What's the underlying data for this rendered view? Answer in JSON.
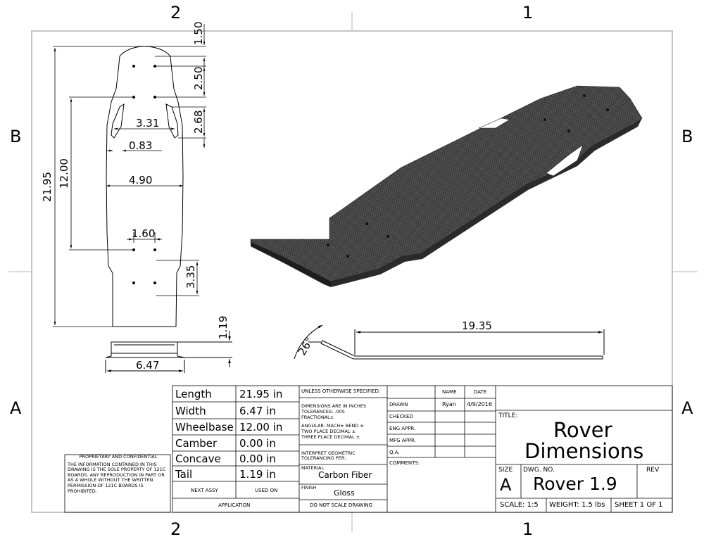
{
  "zones": {
    "top": [
      "2",
      "1"
    ],
    "bottom": [
      "2",
      "1"
    ],
    "left": [
      "B",
      "A"
    ],
    "right": [
      "B",
      "A"
    ]
  },
  "top_view_dimensions": {
    "overall_length": "21.95",
    "wheelbase": "12.00",
    "nose": "1.50",
    "hole_spacing_front": "2.50",
    "slot_spacing": "2.68",
    "slot_width": "3.31",
    "slot_inset": "0.83",
    "inner_width": "4.90",
    "rear_hole_spacing": "1.60",
    "tail_section": "3.35"
  },
  "end_view_dimensions": {
    "width": "6.47",
    "height": "1.19"
  },
  "side_view_dimensions": {
    "length": "19.35",
    "angle": "26°"
  },
  "specs": [
    {
      "label": "Length",
      "value": "21.95 in"
    },
    {
      "label": "Width",
      "value": "6.47 in"
    },
    {
      "label": "Wheelbase",
      "value": "12.00 in"
    },
    {
      "label": "Camber",
      "value": "0.00 in"
    },
    {
      "label": "Concave",
      "value": "0.00 in"
    },
    {
      "label": "Tail",
      "value": "1.19 in"
    }
  ],
  "application": {
    "next_assy": "NEXT ASSY",
    "used_on": "USED ON",
    "label": "APPLICATION"
  },
  "tolerance": {
    "unless": "UNLESS OTHERWISE SPECIFIED:",
    "lines": [
      "DIMENSIONS ARE IN INCHES",
      "TOLERANCES: .005",
      "FRACTIONAL±",
      "ANGULAR: MACH±    BEND ±",
      "TWO PLACE DECIMAL    ±",
      "THREE PLACE DECIMAL  ±"
    ],
    "interpret": [
      "INTERPRET GEOMETRIC",
      "TOLERANCING PER:"
    ],
    "material_label": "MATERIAL",
    "material": "Carbon Fiber",
    "finish_label": "FINISH",
    "finish": "Gloss",
    "do_not_scale": "DO NOT SCALE DRAWING"
  },
  "approvals": {
    "name_header": "NAME",
    "date_header": "DATE",
    "rows": [
      {
        "label": "DRAWN",
        "name": "Ryan",
        "date": "4/9/2016"
      },
      {
        "label": "CHECKED",
        "name": "",
        "date": ""
      },
      {
        "label": "ENG APPR.",
        "name": "",
        "date": ""
      },
      {
        "label": "MFG APPR.",
        "name": "",
        "date": ""
      },
      {
        "label": "Q.A.",
        "name": "",
        "date": ""
      }
    ],
    "comments": "COMMENTS:"
  },
  "title_block": {
    "title_label": "TITLE:",
    "title_line1": "Rover",
    "title_line2": "Dimensions",
    "size_label": "SIZE",
    "size": "A",
    "dwg_no_label": "DWG.  NO.",
    "dwg_no": "Rover 1.9",
    "rev_label": "REV",
    "scale": "SCALE: 1:5",
    "weight": "WEIGHT: 1.5 lbs",
    "sheet": "SHEET 1 OF 1"
  },
  "proprietary": {
    "heading": "PROPRIETARY AND CONFIDENTIAL",
    "body": "THE INFORMATION CONTAINED IN THIS DRAWING IS THE SOLE PROPERTY OF 121C BOARDS.  ANY REPRODUCTION IN PART OR AS A WHOLE WITHOUT THE WRITTEN PERMISSION OF 121C BOARDS IS PROHIBITED."
  },
  "colors": {
    "line": "#000000",
    "border": "#b4b4b4",
    "carbon_dark": "#3a3a3a",
    "carbon_light": "#6a6a6a"
  }
}
